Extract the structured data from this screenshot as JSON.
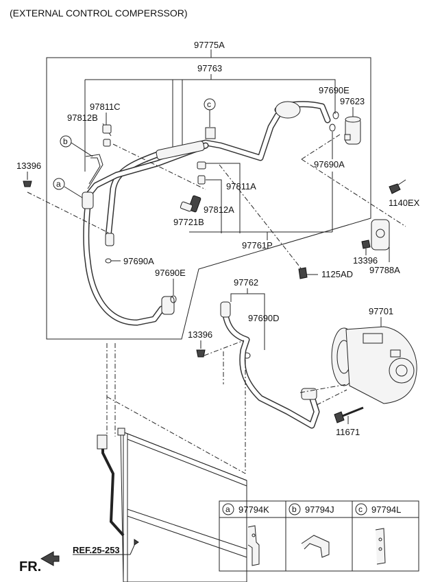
{
  "header": "(EXTERNAL CONTROL COMPERSSOR)",
  "labels": {
    "p97775A": "97775A",
    "p97763": "97763",
    "p97811C": "97811C",
    "p97812B": "97812B",
    "p97690E_top": "97690E",
    "p97623": "97623",
    "p13396_left": "13396",
    "p97690A_right": "97690A",
    "p97811A": "97811A",
    "p97812A": "97812A",
    "p97721B": "97721B",
    "p1140EX": "1140EX",
    "p97761P": "97761P",
    "p97690A_left": "97690A",
    "p97690E_mid": "97690E",
    "p13396_right": "13396",
    "p97788A": "97788A",
    "p1125AD": "1125AD",
    "p97762": "97762",
    "p97690D": "97690D",
    "p97701": "97701",
    "p13396_mid": "13396",
    "p11671": "11671",
    "ref": "REF.25-253",
    "fr": "FR."
  },
  "callouts": {
    "a": "a",
    "b": "b",
    "c": "c"
  },
  "legend": [
    {
      "letter": "a",
      "part": "97794K"
    },
    {
      "letter": "b",
      "part": "97794J"
    },
    {
      "letter": "c",
      "part": "97794L"
    }
  ]
}
